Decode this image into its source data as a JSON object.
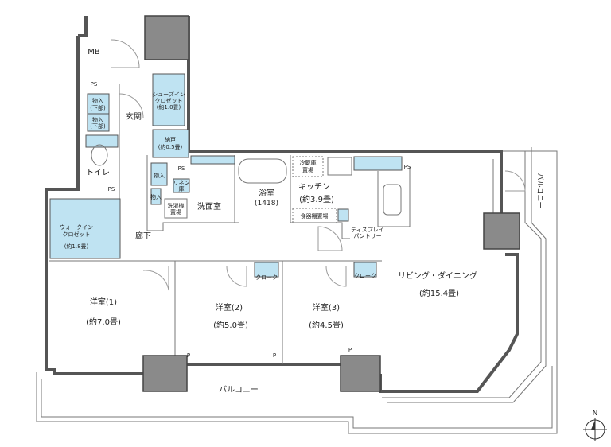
{
  "labels": {
    "mb": "MB",
    "ps": "PS",
    "storage_lower": "物入",
    "storage_lower_sub": "(下部)",
    "entrance": "玄関",
    "shoes_closet_1": "シューズイン",
    "shoes_closet_2": "クロゼット",
    "shoes_closet_3": "(約1.0畳)",
    "nando": "納戸",
    "nando_size": "(約0.5畳)",
    "toilet": "トイレ",
    "storage": "物入",
    "linen_1": "リネン",
    "linen_2": "庫",
    "washer_1": "洗濯機",
    "washer_2": "置場",
    "washroom": "洗面室",
    "bath": "浴室",
    "bath_size": "(1418)",
    "fridge_1": "冷蔵庫",
    "fridge_2": "置場",
    "kitchen": "キッチン",
    "kitchen_size": "(約3.9畳)",
    "cupboard": "食器棚置場",
    "pantry_1": "ディスプレイ",
    "pantry_2": "パントリー",
    "balcony": "バルコニー",
    "wic_1": "ウォークイン",
    "wic_2": "クロゼット",
    "wic_size": "(約1.8畳)",
    "hallway": "廊下",
    "room1": "洋室(1)",
    "room1_size": "(約7.0畳)",
    "room2": "洋室(2)",
    "room2_size": "(約5.0畳)",
    "room3": "洋室(3)",
    "room3_size": "(約4.5畳)",
    "cloak": "クローク",
    "living": "リビング・ダイニング",
    "living_size": "(約15.4畳)",
    "p": "P",
    "north": "N"
  },
  "colors": {
    "closet_fill": "#bfe3f2",
    "wall": "#555555",
    "column": "#8a8a8a"
  }
}
